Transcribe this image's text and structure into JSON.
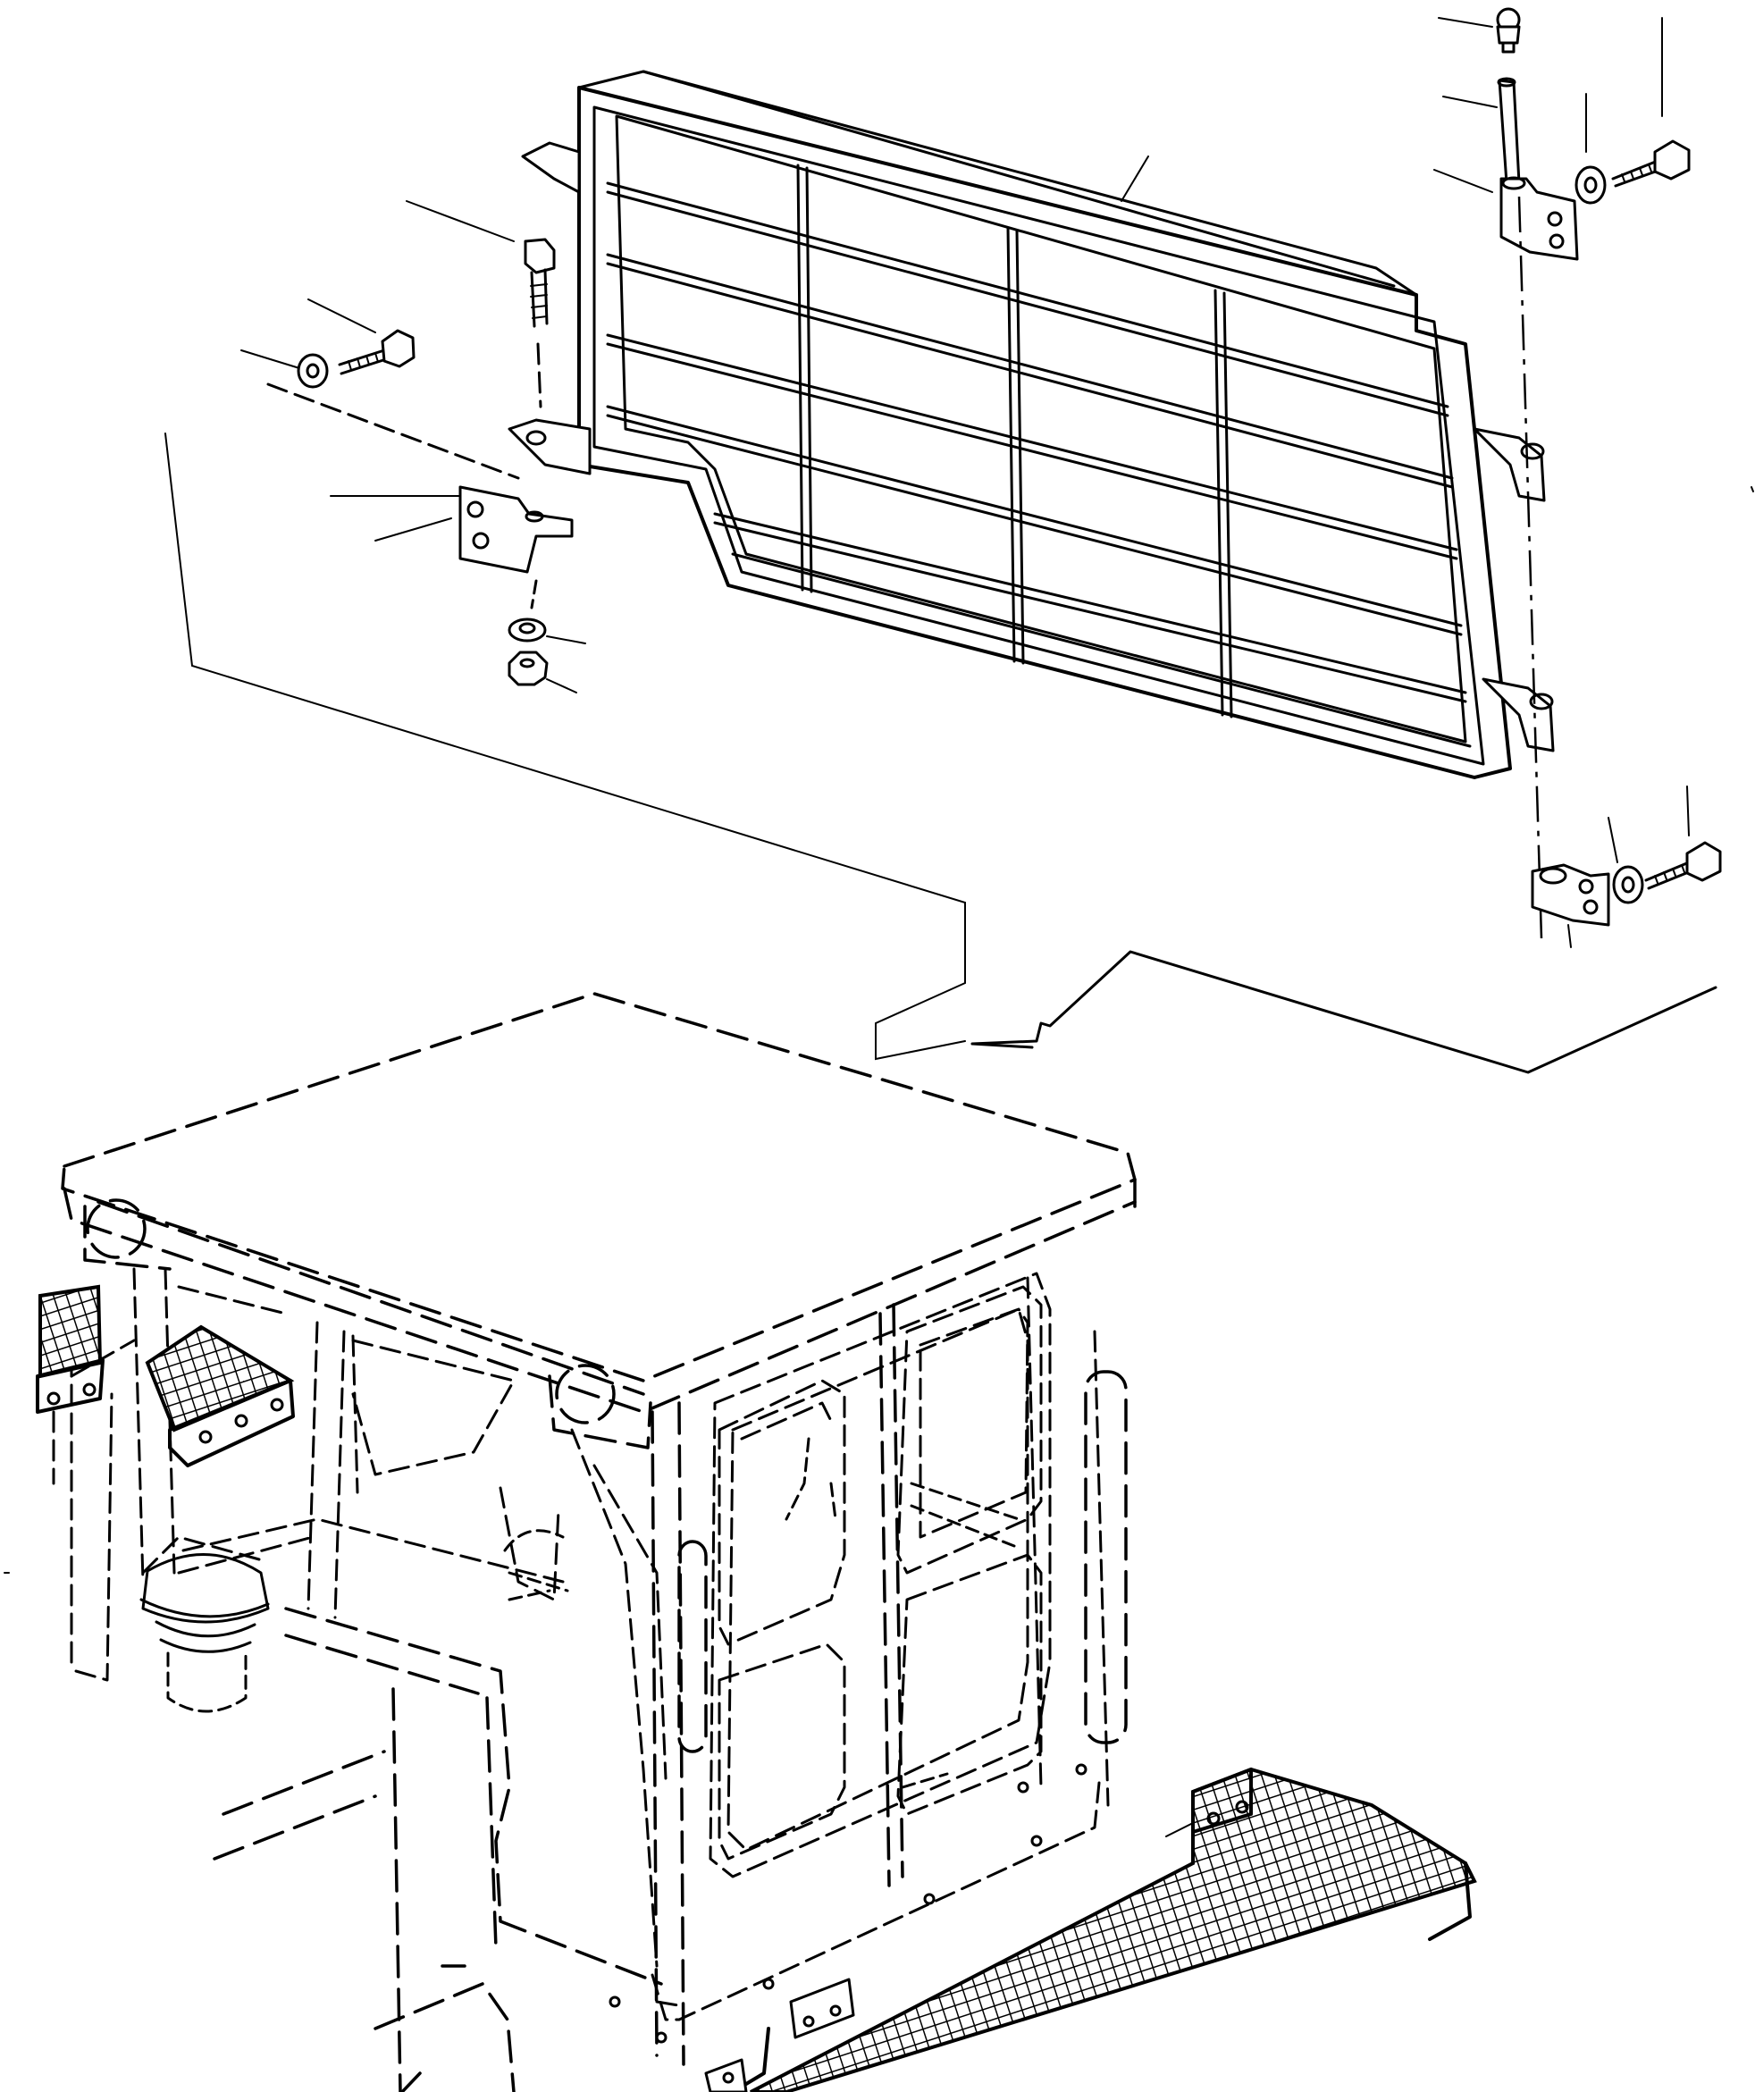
{
  "figure": {
    "kind": "exploded parts illustration (line art, no printed text)",
    "parts": [
      {
        "id": "guard-grille",
        "icon": "grille-guard-icon"
      },
      {
        "id": "hinge-pin",
        "icon": "pin-icon"
      },
      {
        "id": "grease-fitting",
        "icon": "grease-fitting-icon"
      },
      {
        "id": "hinge-bracket",
        "icon": "hinge-bracket-icon"
      },
      {
        "id": "bolt",
        "icon": "bolt-icon"
      },
      {
        "id": "washer",
        "icon": "washer-icon"
      },
      {
        "id": "nut",
        "icon": "nut-icon"
      },
      {
        "id": "mounting-bracket",
        "icon": "bracket-icon"
      },
      {
        "id": "cab-outline",
        "icon": "cab-icon"
      },
      {
        "id": "step-grating",
        "icon": "step-grating-icon"
      }
    ]
  },
  "colors": {
    "line": "#000000",
    "background": "#ffffff"
  }
}
